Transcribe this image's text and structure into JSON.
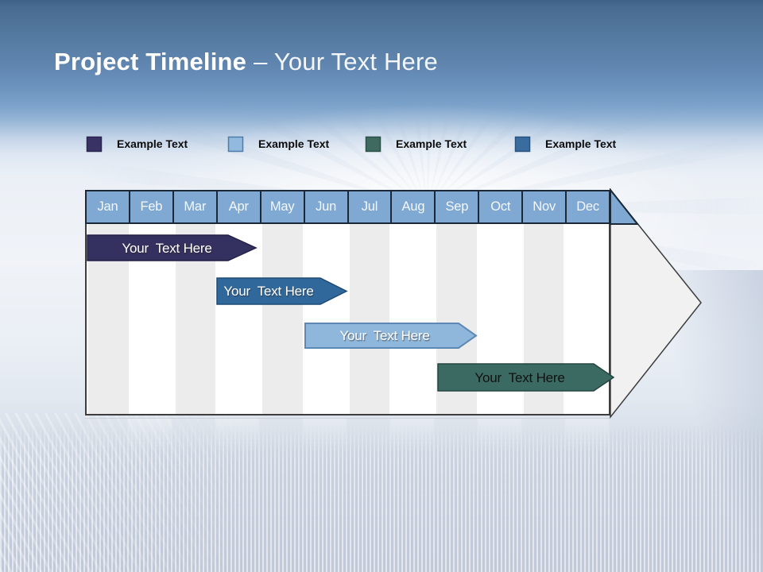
{
  "slide_title": {
    "bold": "Project Timeline",
    "regular": "– Your Text Here"
  },
  "legend": {
    "items": [
      {
        "label": "Example Text",
        "swatch_color": "#393264",
        "swatch_border": "#2A2550"
      },
      {
        "label": "Example Text",
        "swatch_color": "#92BADF",
        "swatch_border": "#4C7CAC"
      },
      {
        "label": "Example Text",
        "swatch_color": "#3E6A60",
        "swatch_border": "#2C5049"
      },
      {
        "label": "Example Text",
        "swatch_color": "#3A6C9F",
        "swatch_border": "#27527E"
      }
    ]
  },
  "timeline": {
    "months": [
      "Jan",
      "Feb",
      "Mar",
      "Apr",
      "May",
      "Jun",
      "Jul",
      "Aug",
      "Sep",
      "Oct",
      "Nov",
      "Dec"
    ],
    "header_fill": "#7FA8D2",
    "header_border": "#1B2838",
    "column_fill": "#FFFFFF",
    "column_alt_fill": "#ECECEC",
    "arrowhead_fill": "#F1F1F2",
    "bars": [
      {
        "label": "Your  Text Here",
        "fill": "#34305F",
        "stroke": "#232048",
        "text_color": "#FFFFFF",
        "start_month": "Jan",
        "end_month": "Apr"
      },
      {
        "label": "Your  Text Here",
        "fill": "#31689B",
        "stroke": "#1E4A74",
        "text_color": "#FFFFFF",
        "start_month": "Apr",
        "end_month": "Jun"
      },
      {
        "label": "Your  Text Here",
        "fill": "#8FB7DC",
        "stroke": "#5E88B4",
        "text_color": "#FFFFFF",
        "start_month": "Jun",
        "end_month": "Sep"
      },
      {
        "label": "Your  Text Here",
        "fill": "#3B6A63",
        "stroke": "#24453F",
        "text_color": "#111111",
        "start_month": "Sep",
        "end_month": "Dec"
      }
    ]
  },
  "chart_data": {
    "type": "bar",
    "subtype": "gantt-timeline",
    "title": "Project Timeline – Your Text Here",
    "x_categories": [
      "Jan",
      "Feb",
      "Mar",
      "Apr",
      "May",
      "Jun",
      "Jul",
      "Aug",
      "Sep",
      "Oct",
      "Nov",
      "Dec"
    ],
    "grid": "vertical-month-columns",
    "legend_position": "top",
    "legend_entries": [
      "Example Text",
      "Example Text",
      "Example Text",
      "Example Text"
    ],
    "bars": [
      {
        "row": 1,
        "label": "Your Text Here",
        "start": "Jan",
        "end": "Apr",
        "start_index": 0.1,
        "end_index": 3.9,
        "color": "#34305F"
      },
      {
        "row": 2,
        "label": "Your Text Here",
        "start": "Apr",
        "end": "Jun",
        "start_index": 3.0,
        "end_index": 6.0,
        "color": "#31689B"
      },
      {
        "row": 3,
        "label": "Your Text Here",
        "start": "Jun",
        "end": "Sep",
        "start_index": 5.0,
        "end_index": 8.9,
        "color": "#8FB7DC"
      },
      {
        "row": 4,
        "label": "Your Text Here",
        "start": "Sep",
        "end": "Dec",
        "start_index": 8.1,
        "end_index": 12.0,
        "color": "#3B6A63"
      }
    ]
  }
}
